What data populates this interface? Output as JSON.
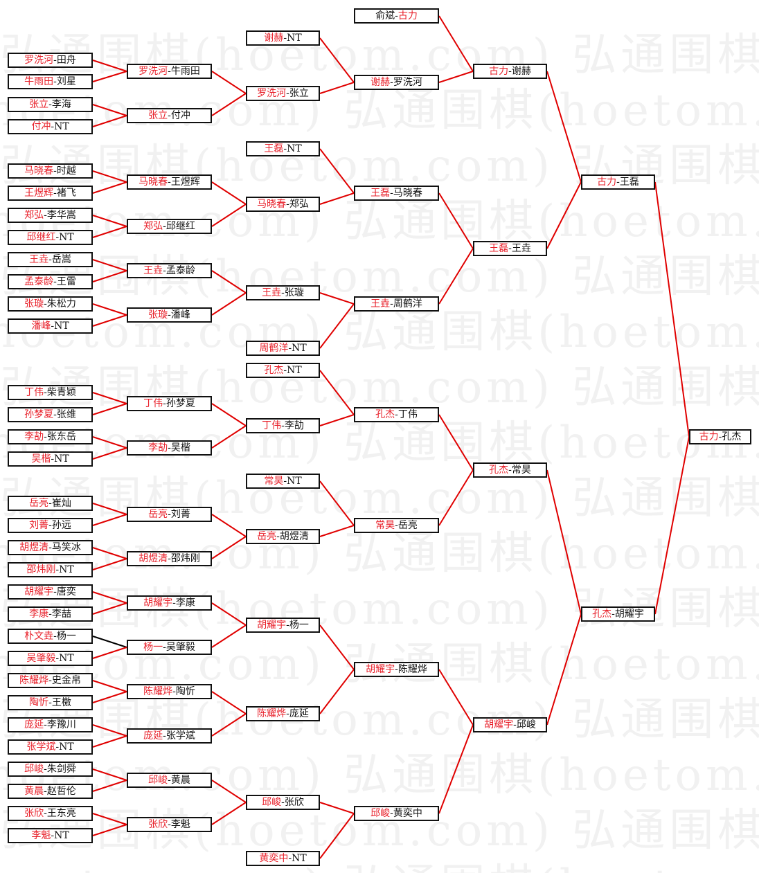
{
  "watermark": "弘通围棋(hoetom.com)",
  "colors": {
    "winner": "#e8202a",
    "line": "#e00000",
    "text": "#111111"
  },
  "separator": "-",
  "matches": [
    {
      "p1": "罗洗河",
      "p2": "田舟",
      "red": 0
    },
    {
      "p1": "牛雨田",
      "p2": "刘星",
      "red": 0
    },
    {
      "p1": "张立",
      "p2": "李海",
      "red": 0
    },
    {
      "p1": "付冲",
      "p2": "NT",
      "red": 0
    },
    {
      "p1": "马晓春",
      "p2": "时越",
      "red": 0
    },
    {
      "p1": "王煜辉",
      "p2": "褚飞",
      "red": 0
    },
    {
      "p1": "郑弘",
      "p2": "李华嵩",
      "red": 0
    },
    {
      "p1": "邱继红",
      "p2": "NT",
      "red": 0
    },
    {
      "p1": "王垚",
      "p2": "岳嵩",
      "red": 0
    },
    {
      "p1": "孟泰龄",
      "p2": "王雷",
      "red": 0
    },
    {
      "p1": "张璇",
      "p2": "朱松力",
      "red": 0
    },
    {
      "p1": "潘峰",
      "p2": "NT",
      "red": 0
    },
    {
      "p1": "丁伟",
      "p2": "柴青颖",
      "red": 0
    },
    {
      "p1": "孙梦夏",
      "p2": "张维",
      "red": 0
    },
    {
      "p1": "李劼",
      "p2": "张东岳",
      "red": 0
    },
    {
      "p1": "吴楷",
      "p2": "NT",
      "red": 0
    },
    {
      "p1": "岳亮",
      "p2": "崔灿",
      "red": 0
    },
    {
      "p1": "刘菁",
      "p2": "孙远",
      "red": 0
    },
    {
      "p1": "胡煜清",
      "p2": "马笑冰",
      "red": 0
    },
    {
      "p1": "邵炜刚",
      "p2": "NT",
      "red": 0
    },
    {
      "p1": "胡耀宇",
      "p2": "唐奕",
      "red": 0
    },
    {
      "p1": "李康",
      "p2": "李喆",
      "red": 0
    },
    {
      "p1": "朴文垚",
      "p2": "杨一",
      "red": 0
    },
    {
      "p1": "吴肇毅",
      "p2": "NT",
      "red": 0
    },
    {
      "p1": "陈耀烨",
      "p2": "史金帛",
      "red": 0
    },
    {
      "p1": "陶忻",
      "p2": "王檄",
      "red": 0
    },
    {
      "p1": "庞延",
      "p2": "李豫川",
      "red": 0
    },
    {
      "p1": "张学斌",
      "p2": "NT",
      "red": 0
    },
    {
      "p1": "邱峻",
      "p2": "朱剑舜",
      "red": 0
    },
    {
      "p1": "黄晨",
      "p2": "赵哲伦",
      "red": 0
    },
    {
      "p1": "张欣",
      "p2": "王东亮",
      "red": 0
    },
    {
      "p1": "李魁",
      "p2": "NT",
      "red": 0
    },
    {
      "p1": "罗洗河",
      "p2": "牛雨田",
      "red": 0
    },
    {
      "p1": "张立",
      "p2": "付冲",
      "red": 0
    },
    {
      "p1": "马晓春",
      "p2": "王煜辉",
      "red": 0
    },
    {
      "p1": "郑弘",
      "p2": "邱继红",
      "red": 0
    },
    {
      "p1": "王垚",
      "p2": "孟泰龄",
      "red": 0
    },
    {
      "p1": "张璇",
      "p2": "潘峰",
      "red": 0
    },
    {
      "p1": "丁伟",
      "p2": "孙梦夏",
      "red": 0
    },
    {
      "p1": "李劼",
      "p2": "吴楷",
      "red": 0
    },
    {
      "p1": "岳亮",
      "p2": "刘菁",
      "red": 0
    },
    {
      "p1": "胡煜清",
      "p2": "邵炜刚",
      "red": 0
    },
    {
      "p1": "胡耀宇",
      "p2": "李康",
      "red": 0
    },
    {
      "p1": "杨一",
      "p2": "吴肇毅",
      "red": 0
    },
    {
      "p1": "陈耀烨",
      "p2": "陶忻",
      "red": 0
    },
    {
      "p1": "庞延",
      "p2": "张学斌",
      "red": 0
    },
    {
      "p1": "邱峻",
      "p2": "黄晨",
      "red": 0
    },
    {
      "p1": "张欣",
      "p2": "李魁",
      "red": 0
    },
    {
      "p1": "谢赫",
      "p2": "NT",
      "red": 0
    },
    {
      "p1": "罗洗河",
      "p2": "张立",
      "red": 0
    },
    {
      "p1": "王磊",
      "p2": "NT",
      "red": 0
    },
    {
      "p1": "马晓春",
      "p2": "郑弘",
      "red": 0
    },
    {
      "p1": "王垚",
      "p2": "张璇",
      "red": 0
    },
    {
      "p1": "周鹤洋",
      "p2": "NT",
      "red": 0
    },
    {
      "p1": "孔杰",
      "p2": "NT",
      "red": 0
    },
    {
      "p1": "丁伟",
      "p2": "李劼",
      "red": 0
    },
    {
      "p1": "常昊",
      "p2": "NT",
      "red": 0
    },
    {
      "p1": "岳亮",
      "p2": "胡煜清",
      "red": 0
    },
    {
      "p1": "胡耀宇",
      "p2": "杨一",
      "red": 0
    },
    {
      "p1": "陈耀烨",
      "p2": "庞延",
      "red": 0
    },
    {
      "p1": "邱峻",
      "p2": "张欣",
      "red": 0
    },
    {
      "p1": "黄奕中",
      "p2": "NT",
      "red": 0
    },
    {
      "p1": "俞斌",
      "p2": "古力",
      "red": 1
    },
    {
      "p1": "谢赫",
      "p2": "罗洗河",
      "red": 0
    },
    {
      "p1": "王磊",
      "p2": "马晓春",
      "red": 0
    },
    {
      "p1": "王垚",
      "p2": "周鹤洋",
      "red": 0
    },
    {
      "p1": "孔杰",
      "p2": "丁伟",
      "red": 0
    },
    {
      "p1": "常昊",
      "p2": "岳亮",
      "red": 0
    },
    {
      "p1": "胡耀宇",
      "p2": "陈耀烨",
      "red": 0
    },
    {
      "p1": "邱峻",
      "p2": "黄奕中",
      "red": 0
    },
    {
      "p1": "古力",
      "p2": "谢赫",
      "red": 0
    },
    {
      "p1": "王磊",
      "p2": "王垚",
      "red": 0
    },
    {
      "p1": "孔杰",
      "p2": "常昊",
      "red": 0
    },
    {
      "p1": "胡耀宇",
      "p2": "邱峻",
      "red": 0
    },
    {
      "p1": "古力",
      "p2": "王磊",
      "red": 0
    },
    {
      "p1": "孔杰",
      "p2": "胡耀宇",
      "red": 0
    },
    {
      "p1": "古力",
      "p2": "孔杰",
      "red": 0
    }
  ]
}
